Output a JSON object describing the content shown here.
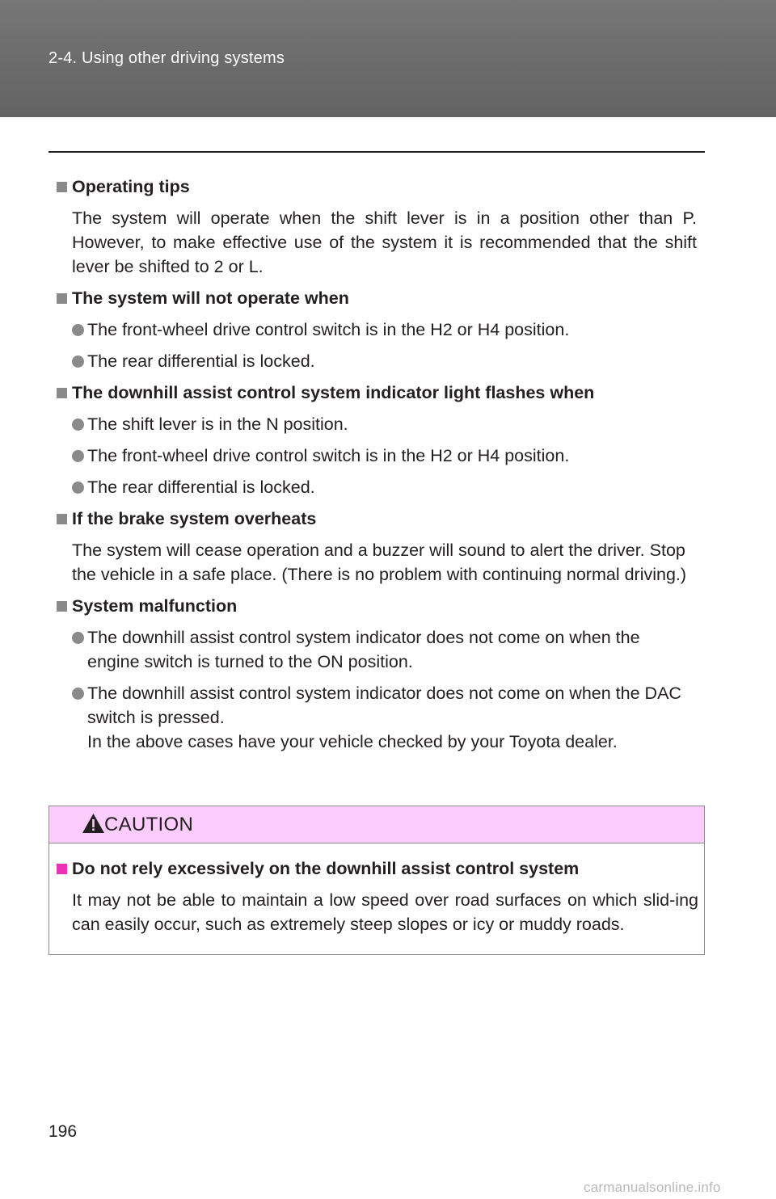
{
  "header": {
    "title": "2-4. Using other driving systems"
  },
  "sections": [
    {
      "title": "Operating tips",
      "text": "The system will operate when the shift lever is in a position other than P. However, to make effective use of the system it is recommended that the shift lever be shifted to 2 or L."
    },
    {
      "title": "The system will not operate when",
      "bullets": [
        "The front-wheel drive control switch is in the H2 or H4 position.",
        "The rear differential is locked."
      ]
    },
    {
      "title": "The downhill assist control system indicator light flashes when",
      "bullets": [
        "The shift lever is in the N position.",
        "The front-wheel drive control switch is in the H2 or H4 position.",
        "The rear differential is locked."
      ]
    },
    {
      "title": "If the brake system overheats",
      "text": "The system will cease operation and a buzzer will sound to alert the driver. Stop the vehicle in a safe place. (There is no problem with continuing normal driving.)"
    },
    {
      "title": "System malfunction",
      "bullets": [
        "The downhill assist control system indicator does not come on when the engine switch is turned to the ON position.",
        "The downhill assist control system indicator does not come on when the DAC switch is pressed."
      ],
      "note": "In the above cases have your vehicle checked by your Toyota dealer."
    }
  ],
  "caution": {
    "label": "CAUTION",
    "title": "Do not rely excessively on the downhill assist control system",
    "text": "It may not be able to maintain a low speed over road surfaces on which slid-ing can easily occur, such as extremely steep slopes or icy or muddy roads."
  },
  "page_number": "196",
  "watermark": "carmanualsonline.info",
  "colors": {
    "header_bg": "#6e6e6e",
    "bullet_gray": "#8a8a8a",
    "caution_bg": "#fccdfc",
    "caution_accent": "#ee2fb7"
  }
}
